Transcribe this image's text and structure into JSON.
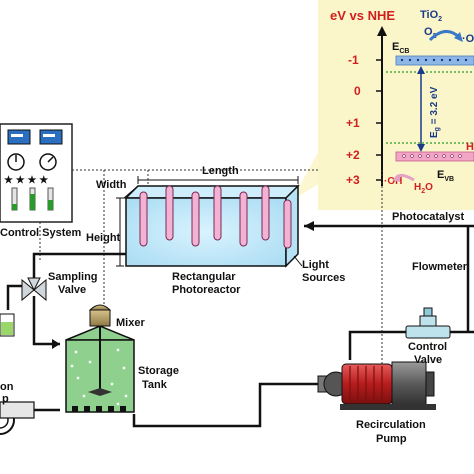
{
  "labels": {
    "control_system": "Control System",
    "length": "Length",
    "width": "Width",
    "height": "Height",
    "photoreactor_line1": "Rectangular",
    "photoreactor_line2": "Photoreactor",
    "light_line1": "Light",
    "light_line2": "Sources",
    "sampling_line1": "Sampling",
    "sampling_line2": "Valve",
    "mixer": "Mixer",
    "storage_line1": "Storage",
    "storage_line2": "Tank",
    "flowmeter": "Flowmeter",
    "control_valve_line1": "Control",
    "control_valve_line2": "Valve",
    "recirc_line1": "Recirculation",
    "recirc_line2": "Pump",
    "left_pump_line1": "on",
    "left_pump_line2": "p",
    "photocatalyst": "Photocatalyst"
  },
  "inset": {
    "axis_title": "eV vs NHE",
    "ticks": [
      "-1",
      "0",
      "+1",
      "+2",
      "+3"
    ],
    "ecb": "E",
    "ecb_sub": "CB",
    "evb": "E",
    "evb_sub": "VB",
    "tio2": "TiO",
    "tio2_sub": "2",
    "o2": "O",
    "o2_sub": "2",
    "oo": "·O",
    "oh": "·OH",
    "h2o": "H",
    "h2o_sub": "2",
    "h2o_tail": "O",
    "h_label": "H",
    "eg": "E",
    "eg_sub": "g",
    "eg_value": " = 3.2 eV"
  },
  "colors": {
    "accent_red": "#d11f1f",
    "band_blue": "#8fb7e6",
    "band_pink": "#f2a6c6",
    "inset_bg": "#fbf6c9",
    "lamp_pink": "#f3b2d3",
    "tank_green": "#8fd08f",
    "pump_red": "#c62828"
  }
}
